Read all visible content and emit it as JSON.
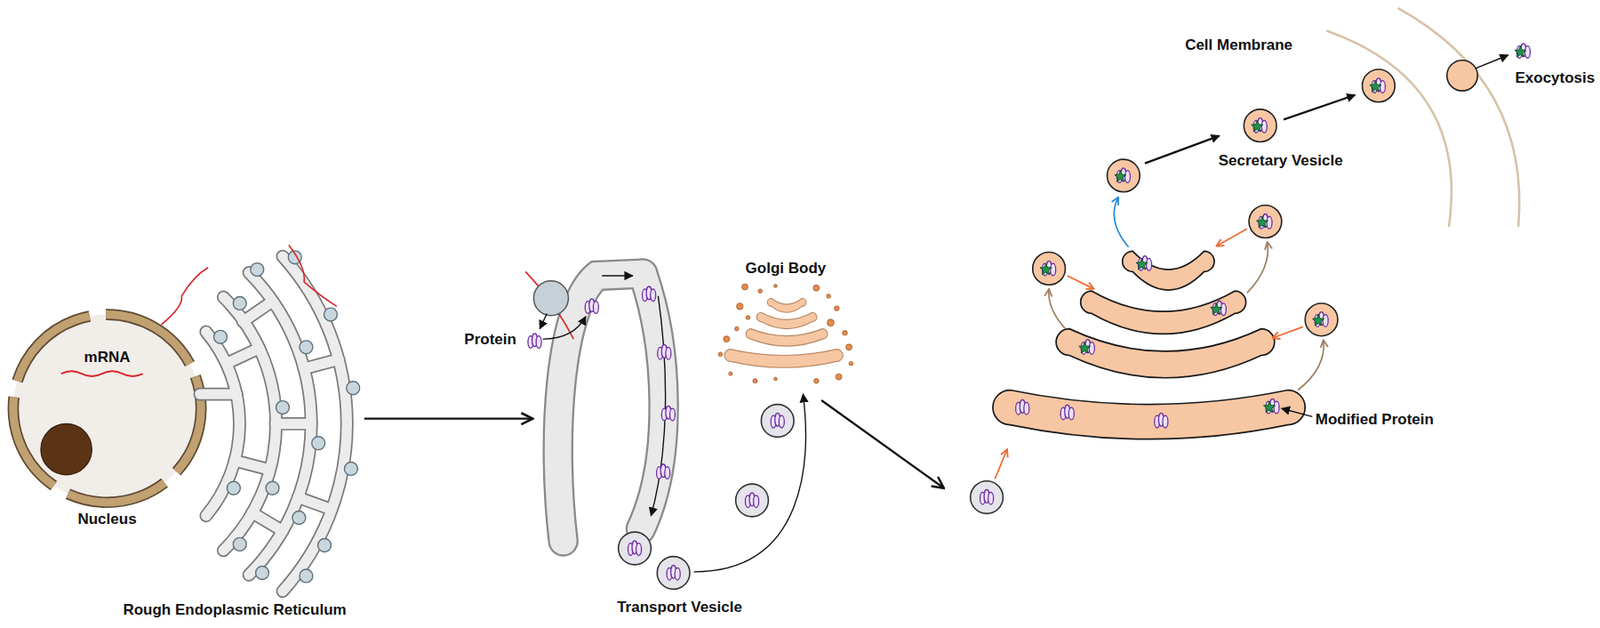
{
  "diagram": {
    "labels": [
      "mRNA",
      "Nucleus",
      "Rough Endoplasmic Reticulum",
      "Protein",
      "Golgi Body",
      "Transport Vesicle",
      "Cell Membrane",
      "Secretary Vesicle",
      "Exocytosis",
      "Modified Protein"
    ]
  }
}
